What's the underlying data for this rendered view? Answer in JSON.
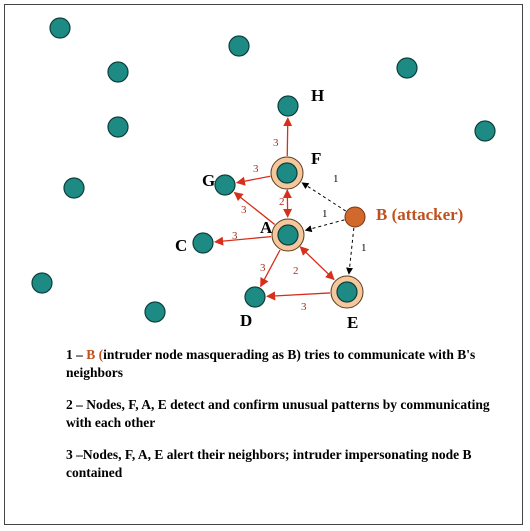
{
  "colors": {
    "node_fill": "#1e8a84",
    "node_stroke": "#0d3f3c",
    "ring_fill": "#f5c79c",
    "attacker_fill": "#d2692c",
    "alert_edge": "#d6301b",
    "probe_edge": "#000000"
  },
  "nodes": [
    {
      "id": "H",
      "label": "H"
    },
    {
      "id": "F",
      "label": "F"
    },
    {
      "id": "G",
      "label": "G"
    },
    {
      "id": "A",
      "label": "A"
    },
    {
      "id": "C",
      "label": "C"
    },
    {
      "id": "D",
      "label": "D"
    },
    {
      "id": "E",
      "label": "E"
    }
  ],
  "attacker": {
    "label": "B  (attacker)"
  },
  "edges": [
    {
      "from": "B",
      "to": "F",
      "label": "1",
      "style": "dashed"
    },
    {
      "from": "B",
      "to": "A",
      "label": "1",
      "style": "dashed"
    },
    {
      "from": "B",
      "to": "E",
      "label": "1",
      "style": "dashed"
    },
    {
      "from": "F",
      "to": "H",
      "label": "3",
      "style": "solid"
    },
    {
      "from": "F",
      "to": "G",
      "label": "3",
      "style": "solid"
    },
    {
      "from": "F",
      "to": "A",
      "label": "2",
      "style": "solid"
    },
    {
      "from": "A",
      "to": "G",
      "label": "3",
      "style": "solid"
    },
    {
      "from": "A",
      "to": "C",
      "label": "3",
      "style": "solid"
    },
    {
      "from": "A",
      "to": "D",
      "label": "3",
      "style": "solid"
    },
    {
      "from": "A",
      "to": "E",
      "label": "2",
      "style": "solid"
    },
    {
      "from": "E",
      "to": "D",
      "label": "3",
      "style": "solid"
    }
  ],
  "legend": {
    "step1_prefix": "1 – ",
    "step1_b": "B (",
    "step1_rest": "intruder node masquerading as B) tries to communicate with B's neighbors",
    "step2": "2 – Nodes, F, A, E detect and confirm unusual patterns by communicating with each other",
    "step3": "3 –Nodes, F, A, E alert their neighbors; intruder impersonating node B  contained"
  }
}
